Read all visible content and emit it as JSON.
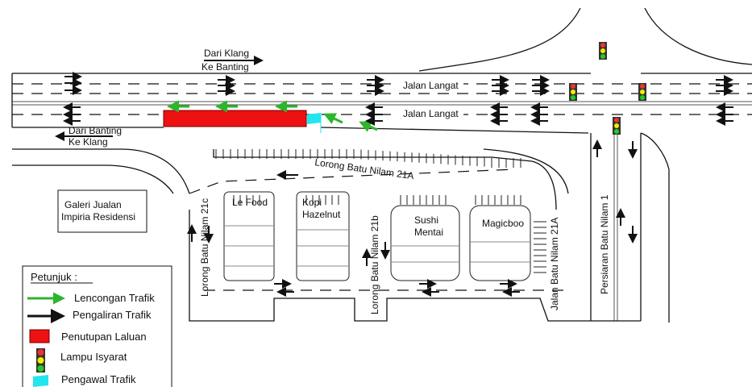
{
  "labels": {
    "from_klang_1": "Dari Klang",
    "from_klang_2": "Ke Banting",
    "from_banting_1": "Dari Banting",
    "from_banting_2": "Ke Klang",
    "road_upper": "Jalan Langat",
    "road_lower": "Jalan Langat",
    "lorong_21a": "Lorong Batu Nilam 21A",
    "lorong_21c": "Lorong Batu Nilam 21c",
    "lorong_21b": "Lorong Batu Nilam 21b",
    "jalan_21a": "Jalan Batu Nilam 21A",
    "persiaran": "Persiaran Batu Nilam 1",
    "galeri_1": "Galeri Jualan",
    "galeri_2": "Impiria Residensi",
    "le_food": "Le Food",
    "kopi_1": "Kopi",
    "kopi_2": "Hazelnut",
    "sushi_1": "Sushi",
    "sushi_2": "Mentai",
    "magicboo": "Magicboo"
  },
  "legend": {
    "title": "Petunjuk :",
    "items": [
      {
        "label": "Lencongan Trafik",
        "icon": "green-arrow"
      },
      {
        "label": "Pengaliran Trafik",
        "icon": "black-arrow"
      },
      {
        "label": "Penutupan Laluan",
        "icon": "red-block"
      },
      {
        "label": "Lampu Isyarat",
        "icon": "traffic-light"
      },
      {
        "label": "Pengawal Trafik",
        "icon": "cyan-flag"
      }
    ]
  },
  "colors": {
    "diversion": "#2db52d",
    "closure": "#ee1111",
    "flag": "#22e5ee"
  }
}
